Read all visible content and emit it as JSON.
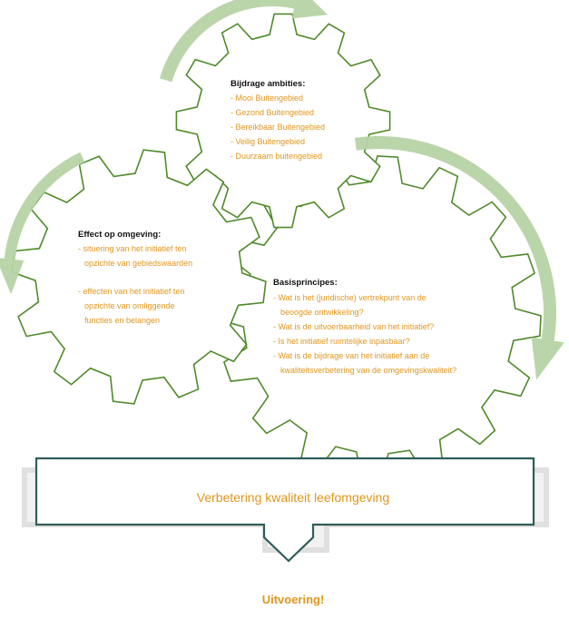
{
  "gears": {
    "top": {
      "title": "Bijdrage ambities:",
      "items": [
        "- Mooi Buitengebied",
        "- Gezond Buitengebied",
        "- Bereikbaar Buitengebied",
        "- Veilig Buitengebied",
        "- Duurzaam buitengebied"
      ]
    },
    "left": {
      "title": "Effect op omgeving:",
      "items": [
        "- situering van het initiatief ten",
        "opzichte van gebiedswaarden",
        "- effecten van het initiatief ten",
        "opzichte van omliggende",
        "functies en belangen"
      ]
    },
    "right": {
      "title": "Basisprincipes:",
      "items": [
        "- Wat is het (juridische) vertrekpunt van de",
        "beoogde ontwikkeling?",
        "- Wat is de uitvoerbaarheid van het initiatief?",
        "- Is het initiatief ruimtelijke inpasbaar?",
        "- Wat is de bijdrage van het initiatief aan de",
        "kwaliteitsverbetering van de omgevingskwaliteit?"
      ]
    }
  },
  "banner": {
    "text": "Verbetering kwaliteit leefomgeving"
  },
  "footer": {
    "text": "Uitvoering!"
  },
  "colors": {
    "gear_outline": "#4f8a2a",
    "cycle_arrow": "#b7d3a7",
    "accent_text": "#e0961c",
    "banner_outline": "#2f5d5a"
  }
}
